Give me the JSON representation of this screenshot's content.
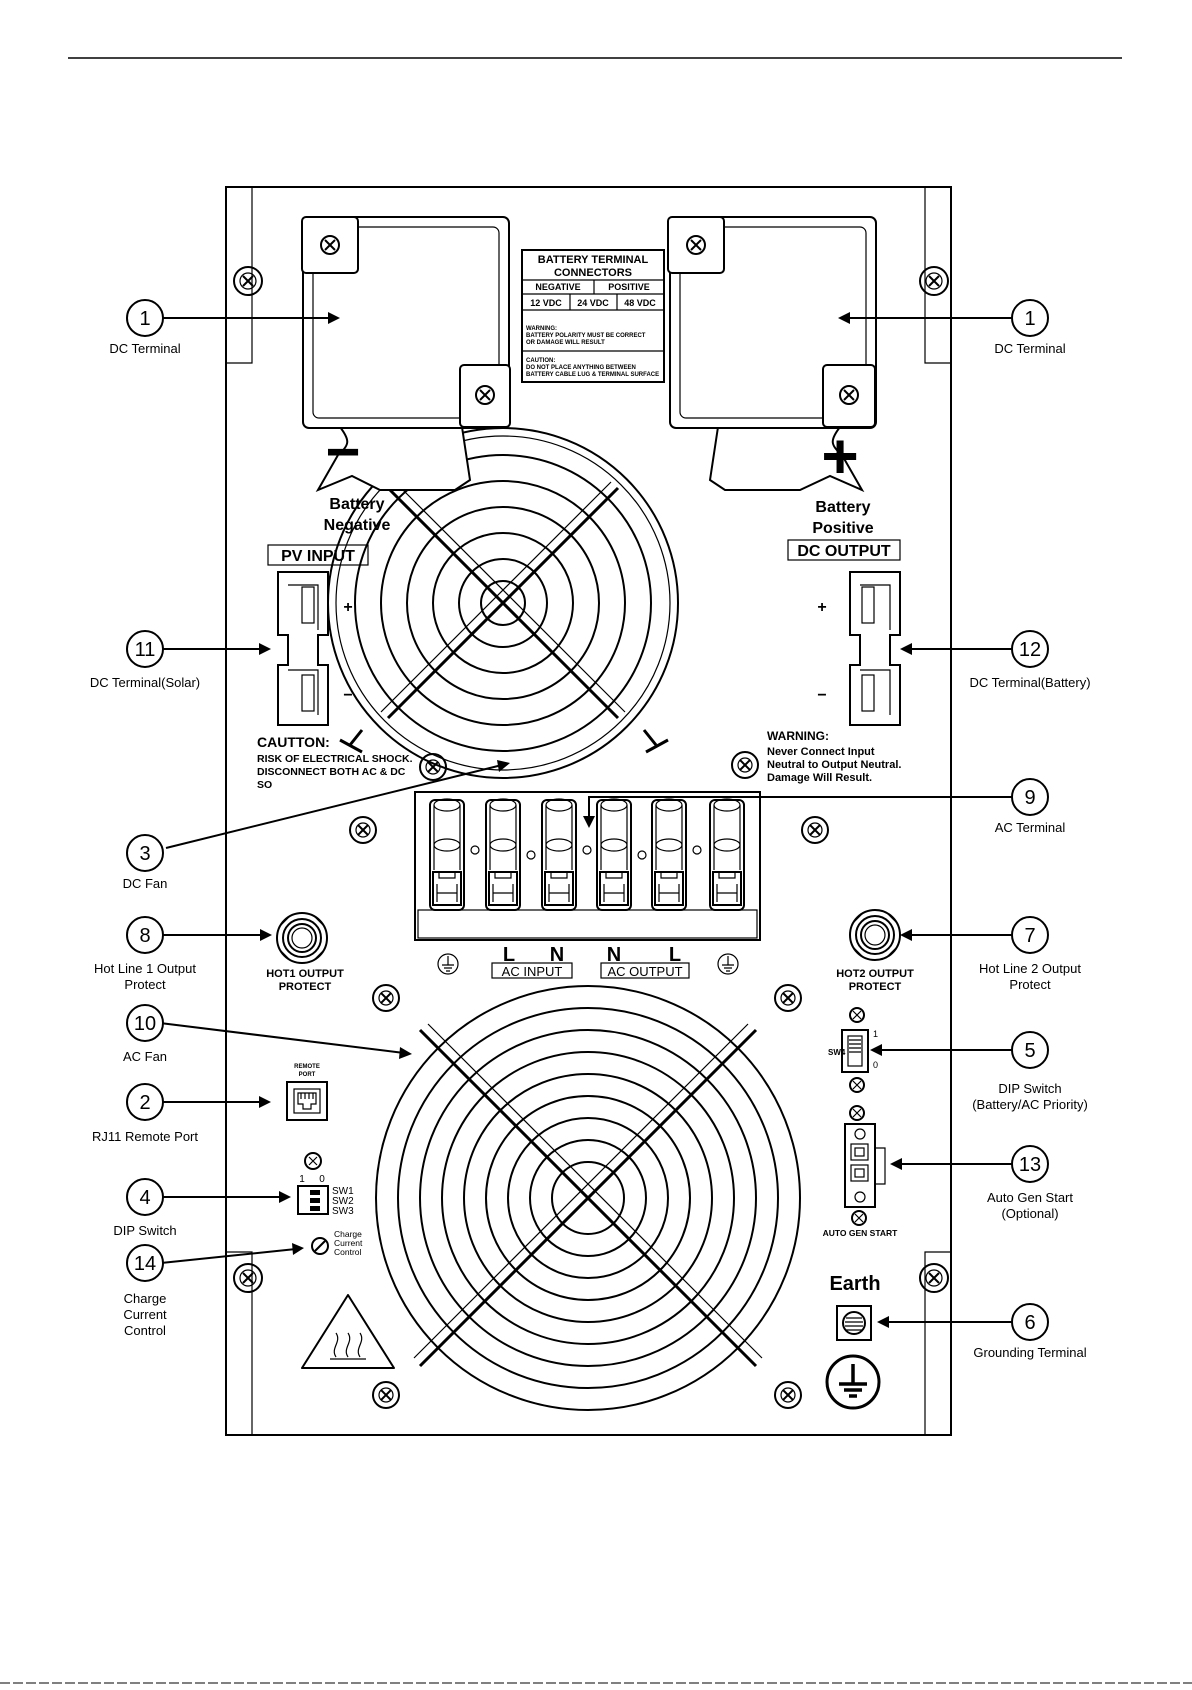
{
  "callouts": [
    {
      "num": "1",
      "label": [
        "DC Terminal"
      ]
    },
    {
      "num": "1",
      "label": [
        "DC Terminal"
      ]
    },
    {
      "num": "11",
      "label": [
        "DC Terminal(Solar)"
      ]
    },
    {
      "num": "12",
      "label": [
        "DC Terminal(Battery)"
      ]
    },
    {
      "num": "9",
      "label": [
        "AC Terminal"
      ]
    },
    {
      "num": "3",
      "label": [
        "DC Fan"
      ]
    },
    {
      "num": "8",
      "label": [
        "Hot Line 1 Output",
        "Protect"
      ]
    },
    {
      "num": "7",
      "label": [
        "Hot Line 2 Output",
        "Protect"
      ]
    },
    {
      "num": "10",
      "label": [
        "AC Fan"
      ]
    },
    {
      "num": "5",
      "label": [
        "DIP Switch",
        "(Battery/AC Priority)"
      ]
    },
    {
      "num": "2",
      "label": [
        "RJ11 Remote Port"
      ]
    },
    {
      "num": "13",
      "label": [
        "Auto Gen Start",
        "(Optional)"
      ]
    },
    {
      "num": "4",
      "label": [
        "DIP Switch"
      ]
    },
    {
      "num": "14",
      "label": [
        "Charge",
        "Current",
        "Control"
      ]
    },
    {
      "num": "6",
      "label": [
        "Grounding Terminal"
      ]
    }
  ],
  "battery_label": {
    "title": [
      "BATTERY TERMINAL",
      "CONNECTORS"
    ],
    "headers": [
      "NEGATIVE",
      "POSITIVE"
    ],
    "voltages": [
      "12 VDC",
      "24 VDC",
      "48 VDC"
    ],
    "warning": [
      "WARNING:",
      "BATTERY POLARITY MUST BE CORRECT",
      "OR DAMAGE WILL RESULT"
    ],
    "caution": [
      "CAUTION:",
      "DO NOT PLACE ANYTHING BETWEEN",
      "BATTERY CABLE LUG & TERMINAL SURFACE"
    ]
  },
  "panel": {
    "minus": "−",
    "plus": "+",
    "battery_negative": [
      "Battery",
      "Negative"
    ],
    "battery_positive": [
      "Battery",
      "Positive"
    ],
    "pv_input": "PV INPUT",
    "dc_output": "DC OUTPUT",
    "caution": [
      "CAUTTON:",
      "RISK OF ELECTRICAL SHOCK.",
      "DISCONNECT BOTH AC & DC",
      "SO"
    ],
    "warning": [
      "WARNING:",
      "Never Connect Input",
      "Neutral to Output Neutral.",
      "Damage Will Result."
    ],
    "ac_letters": [
      "L",
      "N",
      "N",
      "L"
    ],
    "ac_input": "AC INPUT",
    "ac_output": "AC OUTPUT",
    "hot1": [
      "HOT1 OUTPUT",
      "PROTECT"
    ],
    "hot2": [
      "HOT2 OUTPUT",
      "PROTECT"
    ],
    "remote_port": [
      "REMOTE",
      "PORT"
    ],
    "sw4": "SW4",
    "sw4_1": "1",
    "sw4_0": "0",
    "dip_head": [
      "1",
      "0"
    ],
    "dip_sw": [
      "SW1",
      "SW2",
      "SW3"
    ],
    "charge_ctrl": [
      "Charge",
      "Current",
      "Control"
    ],
    "auto_gen": "AUTO GEN START",
    "earth": "Earth"
  }
}
